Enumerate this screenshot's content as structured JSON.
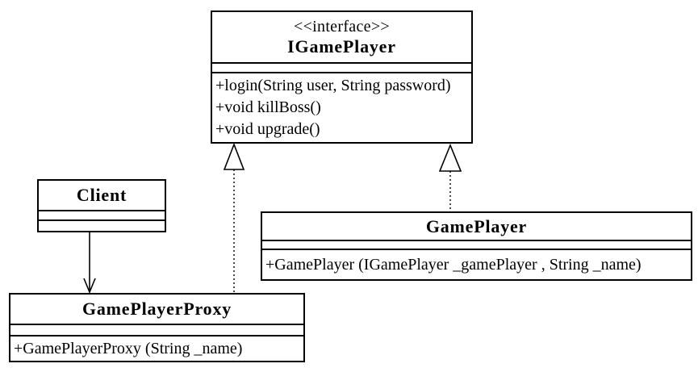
{
  "diagram": {
    "background_color": "#ffffff",
    "line_color": "#000000",
    "classes": [
      {
        "id": "igameplayer",
        "stereotype": "<<interface>>",
        "name": "IGamePlayer",
        "attributes": [],
        "methods": [
          "+login(String user, String password)",
          "+void killBoss()",
          "+void upgrade()"
        ]
      },
      {
        "id": "client",
        "name": "Client",
        "attributes": [],
        "methods": []
      },
      {
        "id": "gameplayer",
        "name": "GamePlayer",
        "attributes": [],
        "methods": [
          "+GamePlayer (IGamePlayer _gamePlayer , String _name)"
        ]
      },
      {
        "id": "gameplayerproxy",
        "name": "GamePlayerProxy",
        "attributes": [],
        "methods": [
          "+GamePlayerProxy (String _name)"
        ]
      }
    ],
    "relationships": [
      {
        "type": "realization",
        "from": "GamePlayerProxy",
        "to": "IGamePlayer",
        "line_style": "dotted",
        "arrowhead": "hollow-triangle"
      },
      {
        "type": "realization",
        "from": "GamePlayer",
        "to": "IGamePlayer",
        "line_style": "dotted",
        "arrowhead": "hollow-triangle"
      },
      {
        "type": "association",
        "from": "Client",
        "to": "GamePlayerProxy",
        "line_style": "solid",
        "arrowhead": "open-arrow"
      }
    ]
  }
}
